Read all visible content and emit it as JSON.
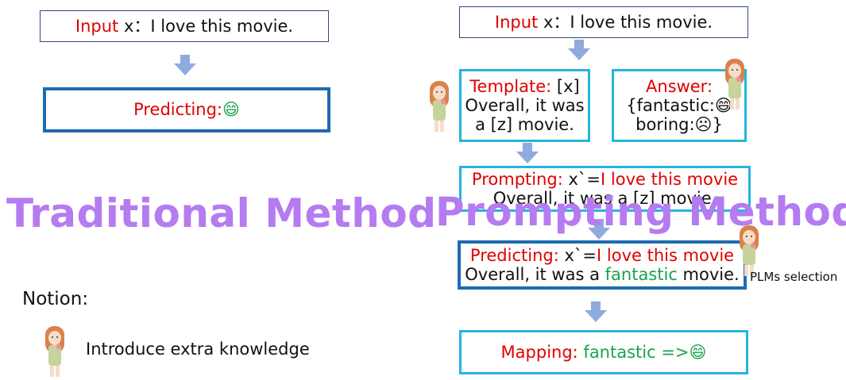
{
  "traditional": {
    "input_label": "Input",
    "input_rest": " x：I love this movie.",
    "predicting_label": "Predicting:",
    "title": "Traditional Method"
  },
  "prompting": {
    "input_label": "Input",
    "input_rest": " x：I love this movie.",
    "template_label": "Template:",
    "template_l1": " [x]",
    "template_l2": "Overall, it was",
    "template_l3": "a [z] movie.",
    "answer_label": "Answer:",
    "answer_l2": "{fantastic:",
    "answer_l3": "boring:",
    "answer_close": "}",
    "prompting_label": "Prompting:",
    "prompting_x": " x`=",
    "prompting_red": "I love this movie",
    "prompting_l2": "Overall, it was a [z] movie.",
    "predicting_label": "Predicting:",
    "predicting_x": " x`=",
    "predicting_red": "I love this movie",
    "predicting_l2_a": "Overall, it was a ",
    "predicting_l2_green": "fantastic",
    "predicting_l2_b": " movie.",
    "plms_selection": "PLMs selection",
    "mapping_label": "Mapping:",
    "mapping_value": " fantastic =>",
    "title": "Prompting Method"
  },
  "notion": {
    "title": "Notion:",
    "legend": "Introduce extra knowledge"
  },
  "icons": {
    "happy": "😄",
    "sad": "☹"
  },
  "colors": {
    "label_red": "#e00000",
    "answer_green": "#1aa34a",
    "title_purple": "#b57bf0",
    "arrow_blue": "#8faadc"
  }
}
